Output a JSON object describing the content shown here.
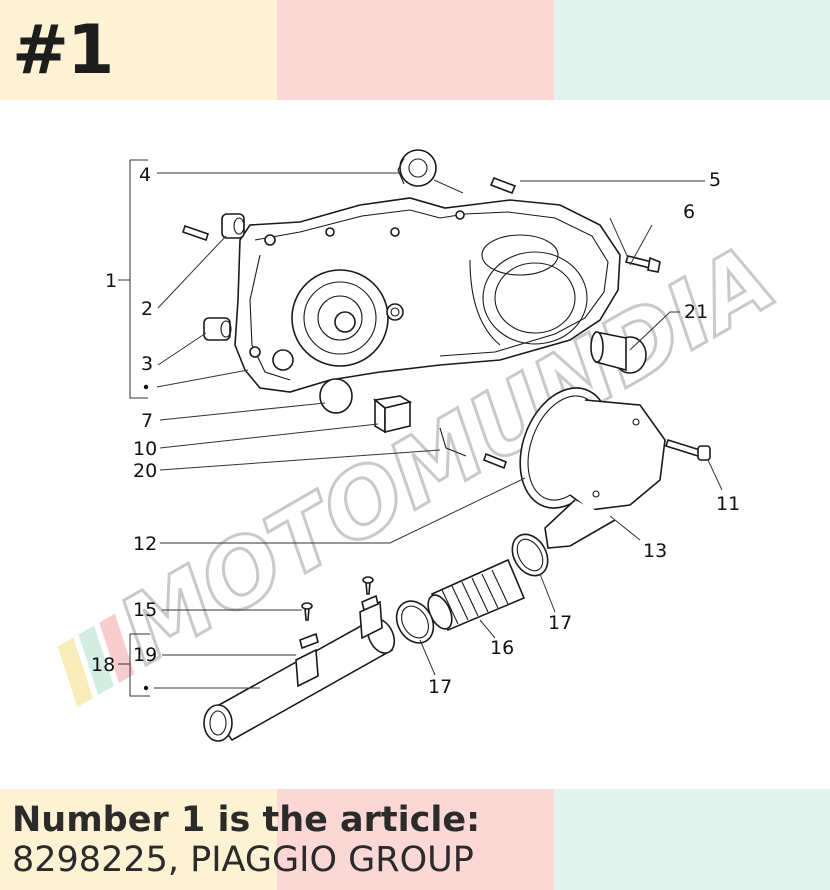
{
  "badge": "#1",
  "caption": {
    "line1": "Number 1 is the article:",
    "line2": "8298225, PIAGGIO GROUP"
  },
  "watermark": "MOTOMUNDIA",
  "colors": {
    "band_yellow": "#fdf3d4",
    "band_pink": "#fbd7d6",
    "band_green": "#e2f2ec",
    "text": "#2b2b2b"
  },
  "callouts": {
    "c1": "1",
    "c2": "2",
    "c3": "3",
    "c4": "4",
    "c5": "5",
    "c6": "6",
    "c7": "7",
    "c10": "10",
    "c20": "20",
    "c12": "12",
    "c11": "11",
    "c13": "13",
    "c15": "15",
    "c19": "19",
    "c18": "18",
    "c16": "16",
    "c17a": "17",
    "c17b": "17",
    "c21": "21"
  }
}
